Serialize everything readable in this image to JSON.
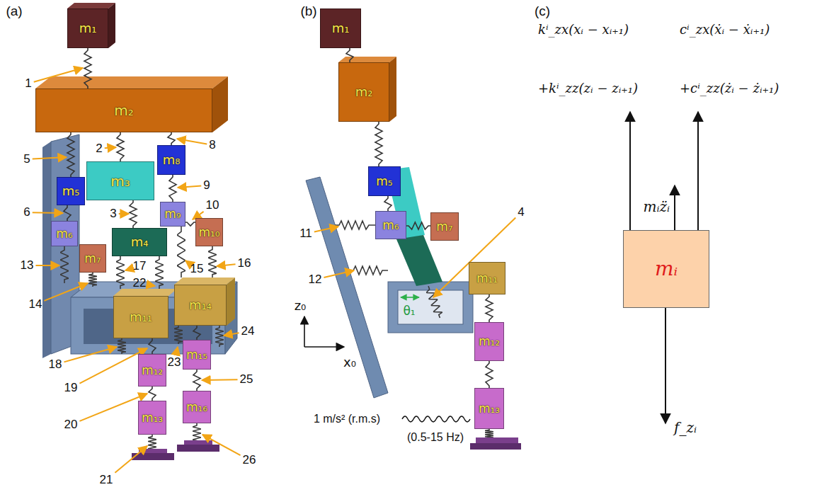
{
  "diagram": {
    "nodes": [
      {
        "text": [
          "m₁"
        ]
      },
      {
        "text": [
          "m₂"
        ]
      },
      {
        "text": [
          "m₅"
        ]
      },
      {
        "text": [
          "m₃"
        ]
      },
      {
        "text": [
          "m₈"
        ]
      },
      {
        "text": [
          "m₆"
        ]
      },
      {
        "text": [
          "m₉"
        ]
      },
      {
        "text": [
          "m₁₀"
        ]
      },
      {
        "text": [
          "m₄"
        ]
      },
      {
        "text": [
          "m₇"
        ]
      },
      {
        "text": [
          "m₁₁"
        ]
      },
      {
        "text": [
          "m₁₄"
        ]
      },
      {
        "text": [
          "m₁₂"
        ]
      },
      {
        "text": [
          "m₁₅"
        ]
      },
      {
        "text": [
          "m₁₃"
        ]
      },
      {
        "text": [
          "m₁₆"
        ]
      },
      {
        "text": [
          "m₁"
        ]
      },
      {
        "text": [
          "m₂"
        ]
      },
      {
        "text": [
          "m₅"
        ]
      },
      {
        "text": [
          "m₆"
        ]
      },
      {
        "text": [
          "m₇"
        ]
      },
      {
        "text": [
          "m₁₁"
        ]
      },
      {
        "text": [
          "m₁₂"
        ]
      },
      {
        "text": [
          "m₁₃"
        ]
      },
      {
        "text": [
          "mᵢ"
        ]
      }
    ],
    "edges": [
      {
        "from": 0,
        "to": 1,
        "arrow": "none"
      },
      {
        "from": 1,
        "to": 3,
        "arrow": "none"
      },
      {
        "from": 3,
        "to": 8,
        "arrow": "none"
      },
      {
        "from": 1,
        "to": 2,
        "arrow": "none"
      },
      {
        "from": 2,
        "to": 5,
        "arrow": "none"
      },
      {
        "from": 1,
        "to": 4,
        "arrow": "none"
      },
      {
        "from": 4,
        "to": 6,
        "arrow": "none"
      },
      {
        "from": 6,
        "to": 7,
        "arrow": "none"
      },
      {
        "from": 10,
        "to": 12,
        "arrow": "none"
      },
      {
        "from": 12,
        "to": 14,
        "arrow": "none"
      },
      {
        "from": 11,
        "to": 13,
        "arrow": "none"
      },
      {
        "from": 13,
        "to": 15,
        "arrow": "none"
      },
      {
        "from": 16,
        "to": 17,
        "arrow": "none"
      },
      {
        "from": 17,
        "to": 18,
        "arrow": "none"
      },
      {
        "from": 18,
        "to": 19,
        "arrow": "none"
      },
      {
        "from": 19,
        "to": 20,
        "arrow": "none"
      },
      {
        "from": 21,
        "to": 22,
        "arrow": "none"
      },
      {
        "from": 22,
        "to": 23,
        "arrow": "none"
      }
    ],
    "labels": [
      "(a)",
      "(b)",
      "(c)",
      "1",
      "8",
      "5",
      "2",
      "9",
      "6",
      "10",
      "3",
      "13",
      "17",
      "15",
      "16",
      "14",
      "22",
      "24",
      "18",
      "23",
      "19",
      "25",
      "20",
      "21",
      "26",
      "4",
      "11",
      "12",
      "z₀",
      "x₀",
      "θ₁",
      "1 m/s² (r.m.s)",
      "(0.5-15 Hz)",
      "kⁱ_zx(xᵢ − xᵢ₊₁)",
      "cⁱ_zx(ẋᵢ − ẋᵢ₊₁)",
      "+kⁱ_zz(zᵢ − zᵢ₊₁)",
      "+cⁱ_zz(żᵢ − żᵢ₊₁)",
      "mᵢz̈ᵢ",
      "f_zᵢ"
    ]
  }
}
